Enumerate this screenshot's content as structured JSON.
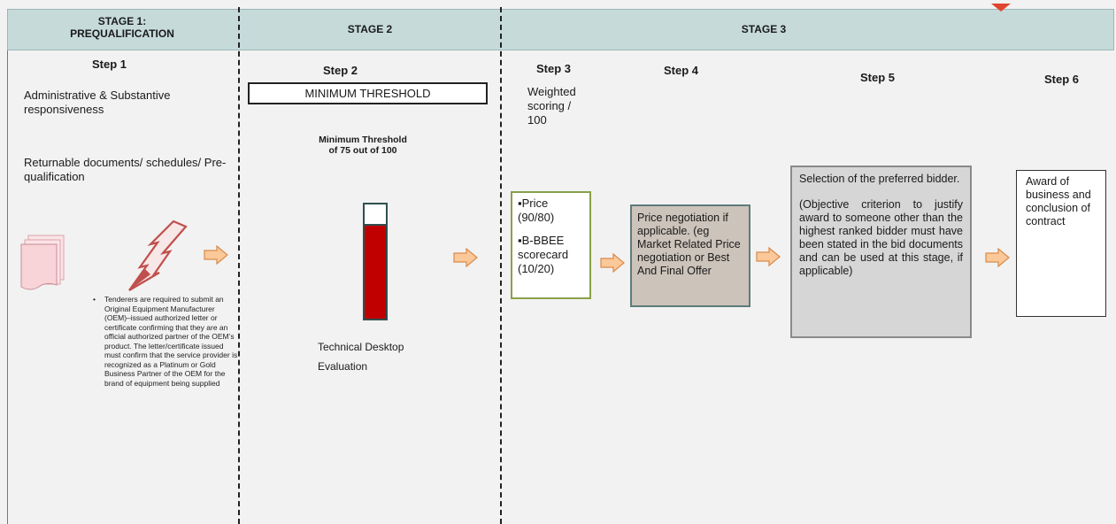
{
  "header": {
    "stage1": "STAGE 1:\nPREQUALIFICATION",
    "stage2": "STAGE 2",
    "stage3": "STAGE 3"
  },
  "steps": {
    "step1": "Step 1",
    "step2": "Step 2",
    "step3": "Step 3",
    "step4": "Step 4",
    "step5": "Step 5",
    "step6": "Step 6"
  },
  "stage1": {
    "admin_text": "Administrative  & Substantive responsiveness",
    "returnable_text": "Returnable documents/ schedules/ Pre-qualification",
    "bullet_marker": "•",
    "bullet_text": "Tenderers are required to submit an Original Equipment Manufacturer (OEM)–issued authorized letter or certificate confirming that they are an official authorized partner of the OEM’s product. The letter/certificate issued must confirm that the service provider is recognized as a Platinum or Gold Business Partner of the OEM for the brand of equipment being supplied"
  },
  "stage2": {
    "threshold_box": "MINIMUM THRESHOLD",
    "threshold_label": "Minimum Threshold of 75 out of 100",
    "threshold_fill_fraction": 0.75,
    "eval_line1": "Technical Desktop",
    "eval_line2": "Evaluation"
  },
  "stage3": {
    "weighted": "Weighted scoring / 100",
    "price_line1": "▪Price (90/80)",
    "price_line2": "▪B-BBEE scorecard (10/20)",
    "negotiation": "Price negotiation if applicable. (eg Market Related Price negotiation or Best And Final Offer",
    "selection_title": "Selection of the preferred bidder.",
    "selection_detail": "(Objective criterion to justify award to someone other than the highest ranked bidder must have been stated in the bid documents and can be used at this stage, if applicable)",
    "award": "Award of business and conclusion of contract"
  },
  "colors": {
    "header_band": "#c6dada",
    "bar_fill": "#c00000",
    "arrow_fill": "#fbc89a",
    "arrow_stroke": "#d98a4a",
    "icon_red": "#c0504d"
  }
}
